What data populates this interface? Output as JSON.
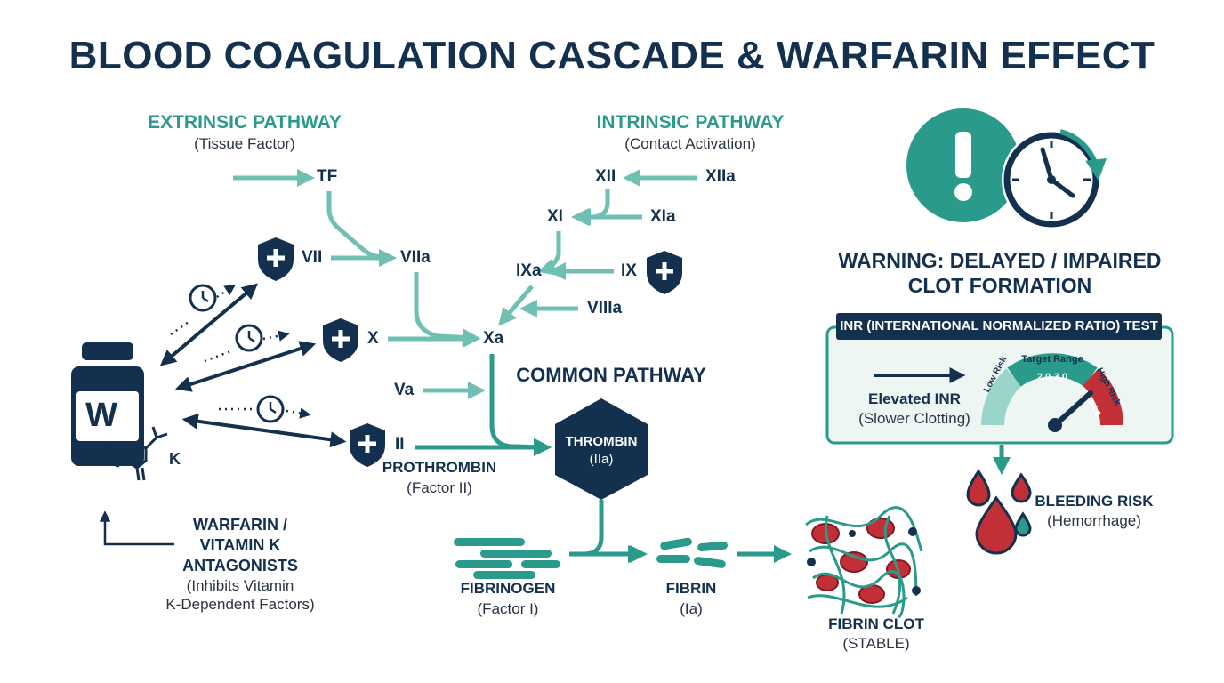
{
  "title": "BLOOD COAGULATION CASCADE & WARFARIN EFFECT",
  "extrinsic": {
    "label": "EXTRINSIC PATHWAY",
    "sub": "(Tissue Factor)"
  },
  "intrinsic": {
    "label": "INTRINSIC PATHWAY",
    "sub": "(Contact Activation)"
  },
  "nodes": {
    "tf": "TF",
    "vii": "VII",
    "viia": "VIIa",
    "xii": "XII",
    "xiia": "XIIa",
    "xi": "XI",
    "xia": "XIa",
    "ixa": "IXa",
    "ix": "IX",
    "viiia": "VIIIa",
    "x": "X",
    "xa": "Xa",
    "va": "Va",
    "ii": "II"
  },
  "common_pathway": "COMMON PATHWAY",
  "prothrombin": {
    "label": "PROTHROMBIN",
    "sub": "(Factor II)"
  },
  "thrombin": {
    "line1": "THROMBIN",
    "line2": "(IIa)"
  },
  "fibrinogen": {
    "label": "FIBRINOGEN",
    "sub": "(Factor I)"
  },
  "fibrin": {
    "label": "FIBRIN",
    "sub": "(Ia)"
  },
  "fibrin_clot": {
    "label": "FIBRIN CLOT",
    "sub": "(STABLE)"
  },
  "warfarin": {
    "bottle_letter": "W",
    "k_label": "K",
    "lines": [
      "WARFARIN /",
      "VITAMIN K",
      "ANTAGONISTS"
    ],
    "sub_lines": [
      "(Inhibits Vitamin",
      "K-Dependent Factors)"
    ]
  },
  "warning": {
    "lines": [
      "WARNING: DELAYED / IMPAIRED",
      "CLOT FORMATION"
    ],
    "icons": [
      "exclamation-icon",
      "clock-icon"
    ]
  },
  "inr": {
    "header": "INR (INTERNATIONAL NORMALIZED RATIO) TEST",
    "elevated": "Elevated INR",
    "elevated_sub": "(Slower Clotting)",
    "gauge": {
      "low_label": "Low Risk",
      "target_label": "Target Range",
      "target_value": "2.0-3.0",
      "high_label": "High Risk",
      "high_value": ">4.0"
    }
  },
  "bleeding": {
    "label": "BLEEDING RISK",
    "sub": "(Hemorrhage)"
  },
  "colors": {
    "navy": "#14304f",
    "teal": "#2a9a8b",
    "light_teal": "#6fc0b2",
    "red": "#c22f36",
    "panel_bg": "#eef6f4"
  }
}
